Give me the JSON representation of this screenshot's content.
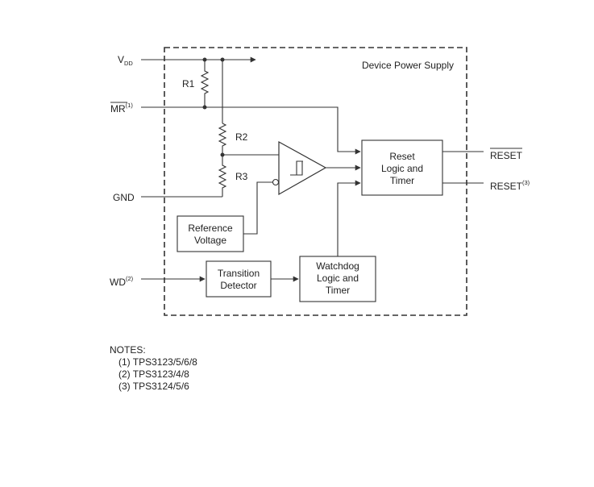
{
  "region_label": "Device Power Supply",
  "pins": {
    "vdd": {
      "main": "V",
      "sub": "DD"
    },
    "mr": {
      "main": "MR",
      "sup": "(1)"
    },
    "gnd": {
      "main": "GND"
    },
    "wd": {
      "main": "WD",
      "sup": "(2)"
    },
    "reset_bar": {
      "main": "RESET"
    },
    "reset": {
      "main": "RESET",
      "sup": "(3)"
    }
  },
  "resistors": {
    "r1": "R1",
    "r2": "R2",
    "r3": "R3"
  },
  "blocks": {
    "reset_logic": {
      "line1": "Reset",
      "line2": "Logic and",
      "line3": "Timer"
    },
    "reference": {
      "line1": "Reference",
      "line2": "Voltage"
    },
    "transition": {
      "line1": "Transition",
      "line2": "Detector"
    },
    "watchdog": {
      "line1": "Watchdog",
      "line2": "Logic and",
      "line3": "Timer"
    }
  },
  "notes": {
    "title": "NOTES:",
    "items": [
      "(1) TPS3123/5/6/8",
      "(2) TPS3123/4/8",
      "(3) TPS3124/5/6"
    ]
  }
}
